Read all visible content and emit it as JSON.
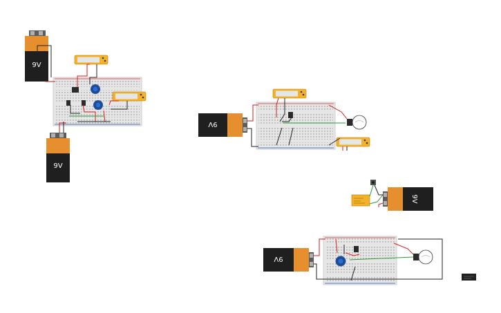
{
  "battery_label": "9V",
  "colors": {
    "battery_black": "#1f1f1f",
    "battery_orange": "#e58f2e",
    "breadboard": "#e6e6e6",
    "breadboard_hole": "#9a9a9a",
    "rail_red": "#d32f2f",
    "rail_blue": "#1e4fb5",
    "wire_red": "#d81b1b",
    "wire_black": "#222222",
    "wire_green": "#2e9b3a",
    "multimeter_frame": "#f3b229",
    "multimeter_screen": "#e3e7e6",
    "pot_blue": "#1d4f9c",
    "bulb_glass": "#ffffff"
  },
  "icons": {
    "battery": "battery-9v-icon",
    "multimeter": "multimeter-icon",
    "potentiometer": "potentiometer-icon",
    "lightbulb": "lightbulb-icon",
    "transistor": "transistor-icon",
    "pushbutton": "pushbutton-icon",
    "relay": "relay-icon",
    "chip": "small-chip-icon"
  },
  "circuits": [
    {
      "id": "circuit-1",
      "description_components": [
        "battery",
        "battery",
        "breadboard",
        "multimeter",
        "multimeter",
        "potentiometer",
        "potentiometer",
        "chip",
        "transistor",
        "transistor"
      ]
    },
    {
      "id": "circuit-2",
      "description_components": [
        "battery",
        "breadboard",
        "multimeter",
        "multimeter",
        "transistor",
        "lightbulb"
      ]
    },
    {
      "id": "circuit-3",
      "description_components": [
        "battery",
        "relay",
        "pushbutton"
      ]
    },
    {
      "id": "circuit-4",
      "description_components": [
        "battery",
        "breadboard",
        "potentiometer",
        "transistor",
        "lightbulb"
      ]
    }
  ]
}
